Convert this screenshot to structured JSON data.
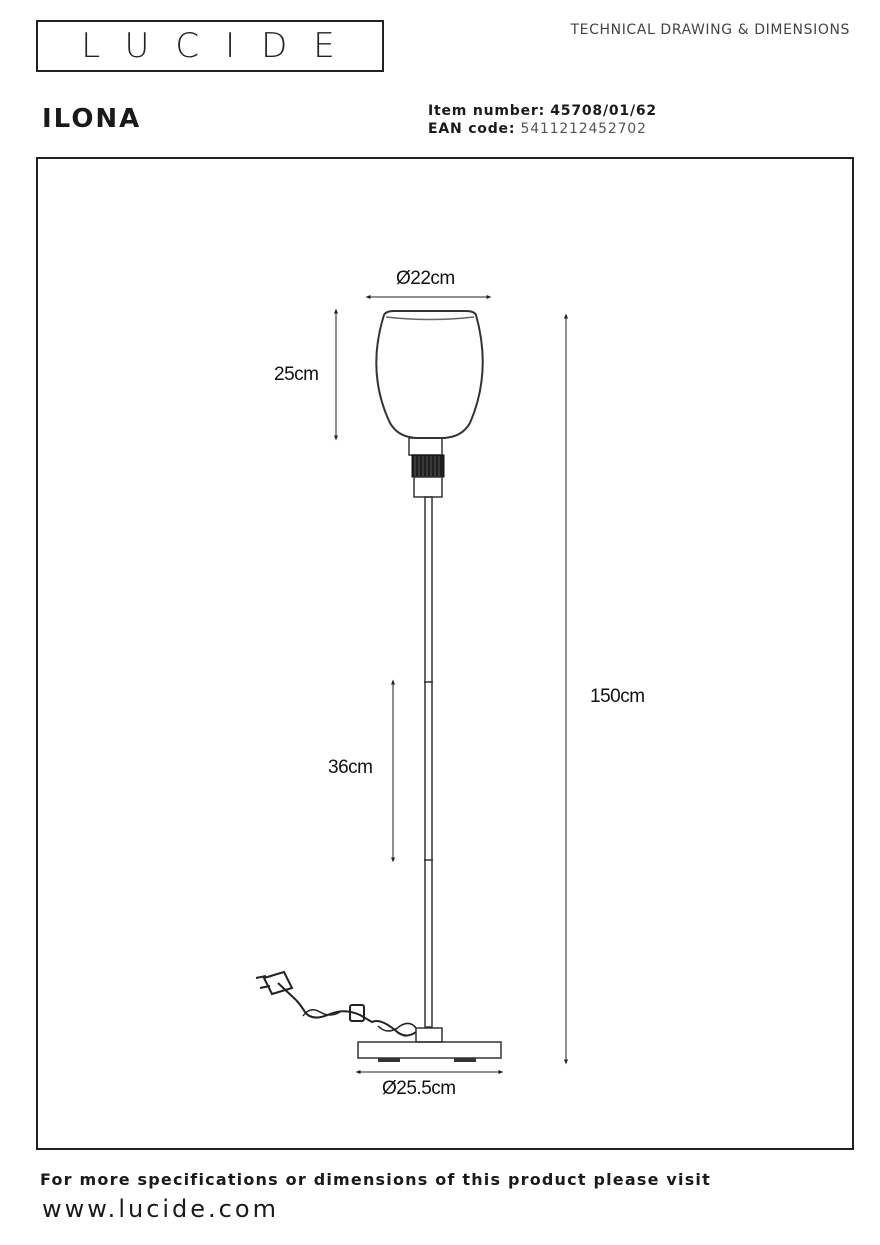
{
  "header": {
    "brand": "LUCIDE",
    "doc_type": "TECHNICAL DRAWING & DIMENSIONS"
  },
  "product": {
    "name": "ILONA",
    "item_number_label": "Item number:",
    "item_number": "45708/01/62",
    "ean_label": "EAN code:",
    "ean": "5411212452702"
  },
  "dimensions": {
    "shade_diameter": "Ø22cm",
    "shade_height": "25cm",
    "total_height": "150cm",
    "segment_length": "36cm",
    "base_diameter": "Ø25.5cm"
  },
  "footer": {
    "line": "For more specifications or dimensions of this product please visit",
    "url": "www.lucide.com"
  }
}
